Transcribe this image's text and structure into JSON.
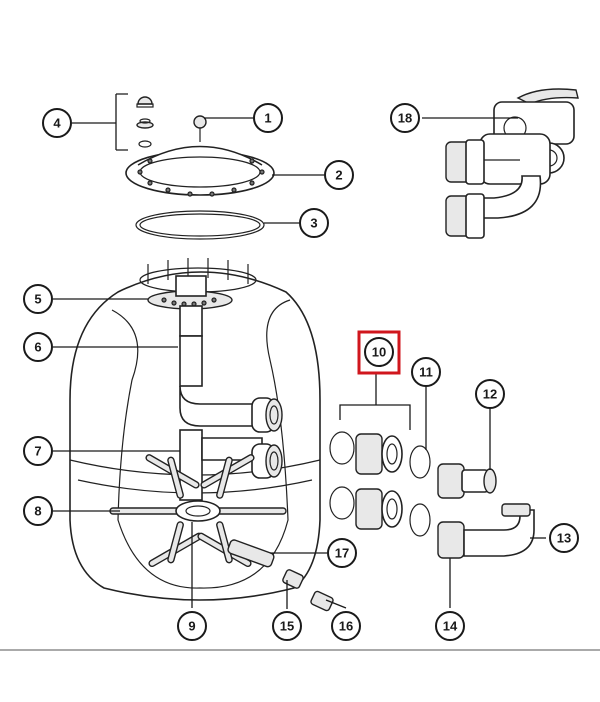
{
  "callouts": [
    {
      "number": "1"
    },
    {
      "number": "2"
    },
    {
      "number": "3"
    },
    {
      "number": "4"
    },
    {
      "number": "5"
    },
    {
      "number": "6"
    },
    {
      "number": "7"
    },
    {
      "number": "8"
    },
    {
      "number": "9"
    },
    {
      "number": "10"
    },
    {
      "number": "11"
    },
    {
      "number": "12"
    },
    {
      "number": "13"
    },
    {
      "number": "14"
    },
    {
      "number": "15"
    },
    {
      "number": "16"
    },
    {
      "number": "17"
    },
    {
      "number": "18"
    }
  ],
  "highlight": {
    "callout": "10",
    "color": "#d0161d"
  }
}
